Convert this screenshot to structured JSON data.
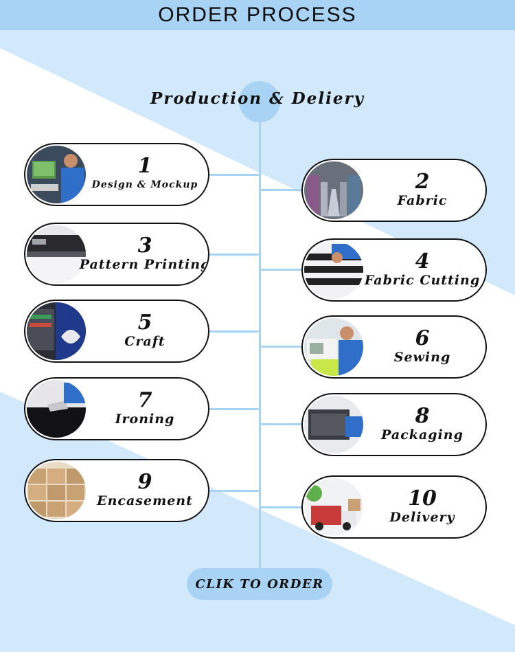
{
  "header": {
    "title": "ORDER PROCESS"
  },
  "subtitle": "Production & Deliery",
  "steps": [
    {
      "number": "1",
      "label": "Design & Mockup",
      "photo": "design-mockup-photo-icon"
    },
    {
      "number": "2",
      "label": "Fabric",
      "photo": "fabric-warehouse-photo-icon"
    },
    {
      "number": "3",
      "label": "Pattern Printing",
      "photo": "printer-photo-icon"
    },
    {
      "number": "4",
      "label": "Fabric Cutting",
      "photo": "fabric-cutting-photo-icon"
    },
    {
      "number": "5",
      "label": "Craft",
      "photo": "embroidery-photo-icon"
    },
    {
      "number": "6",
      "label": "Sewing",
      "photo": "sewing-photo-icon"
    },
    {
      "number": "7",
      "label": "Ironing",
      "photo": "ironing-photo-icon"
    },
    {
      "number": "8",
      "label": "Packaging",
      "photo": "packaging-photo-icon"
    },
    {
      "number": "9",
      "label": "Encasement",
      "photo": "boxes-photo-icon"
    },
    {
      "number": "10",
      "label": "Delivery",
      "photo": "delivery-truck-photo-icon"
    }
  ],
  "cta": {
    "label": "CLIK TO ORDER"
  },
  "colors": {
    "accent": "#a9d3f5",
    "background_band": "#d2e8fb",
    "card_border": "#111111"
  }
}
